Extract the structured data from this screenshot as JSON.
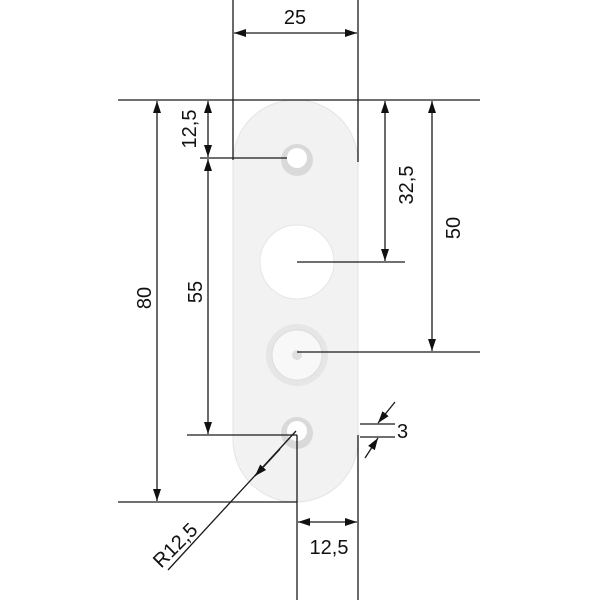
{
  "dimensions": {
    "width": "25",
    "top_hole_offset": "12,5",
    "hole_spacing": "55",
    "total_length": "80",
    "center_hole_offset": "32,5",
    "third_hole_offset": "50",
    "thickness": "3",
    "half_width": "12,5",
    "radius": "R12,5"
  },
  "colors": {
    "plate": "#f1f1f1",
    "plate_edge": "#e2e2e2",
    "line": "#1a1a1a"
  }
}
